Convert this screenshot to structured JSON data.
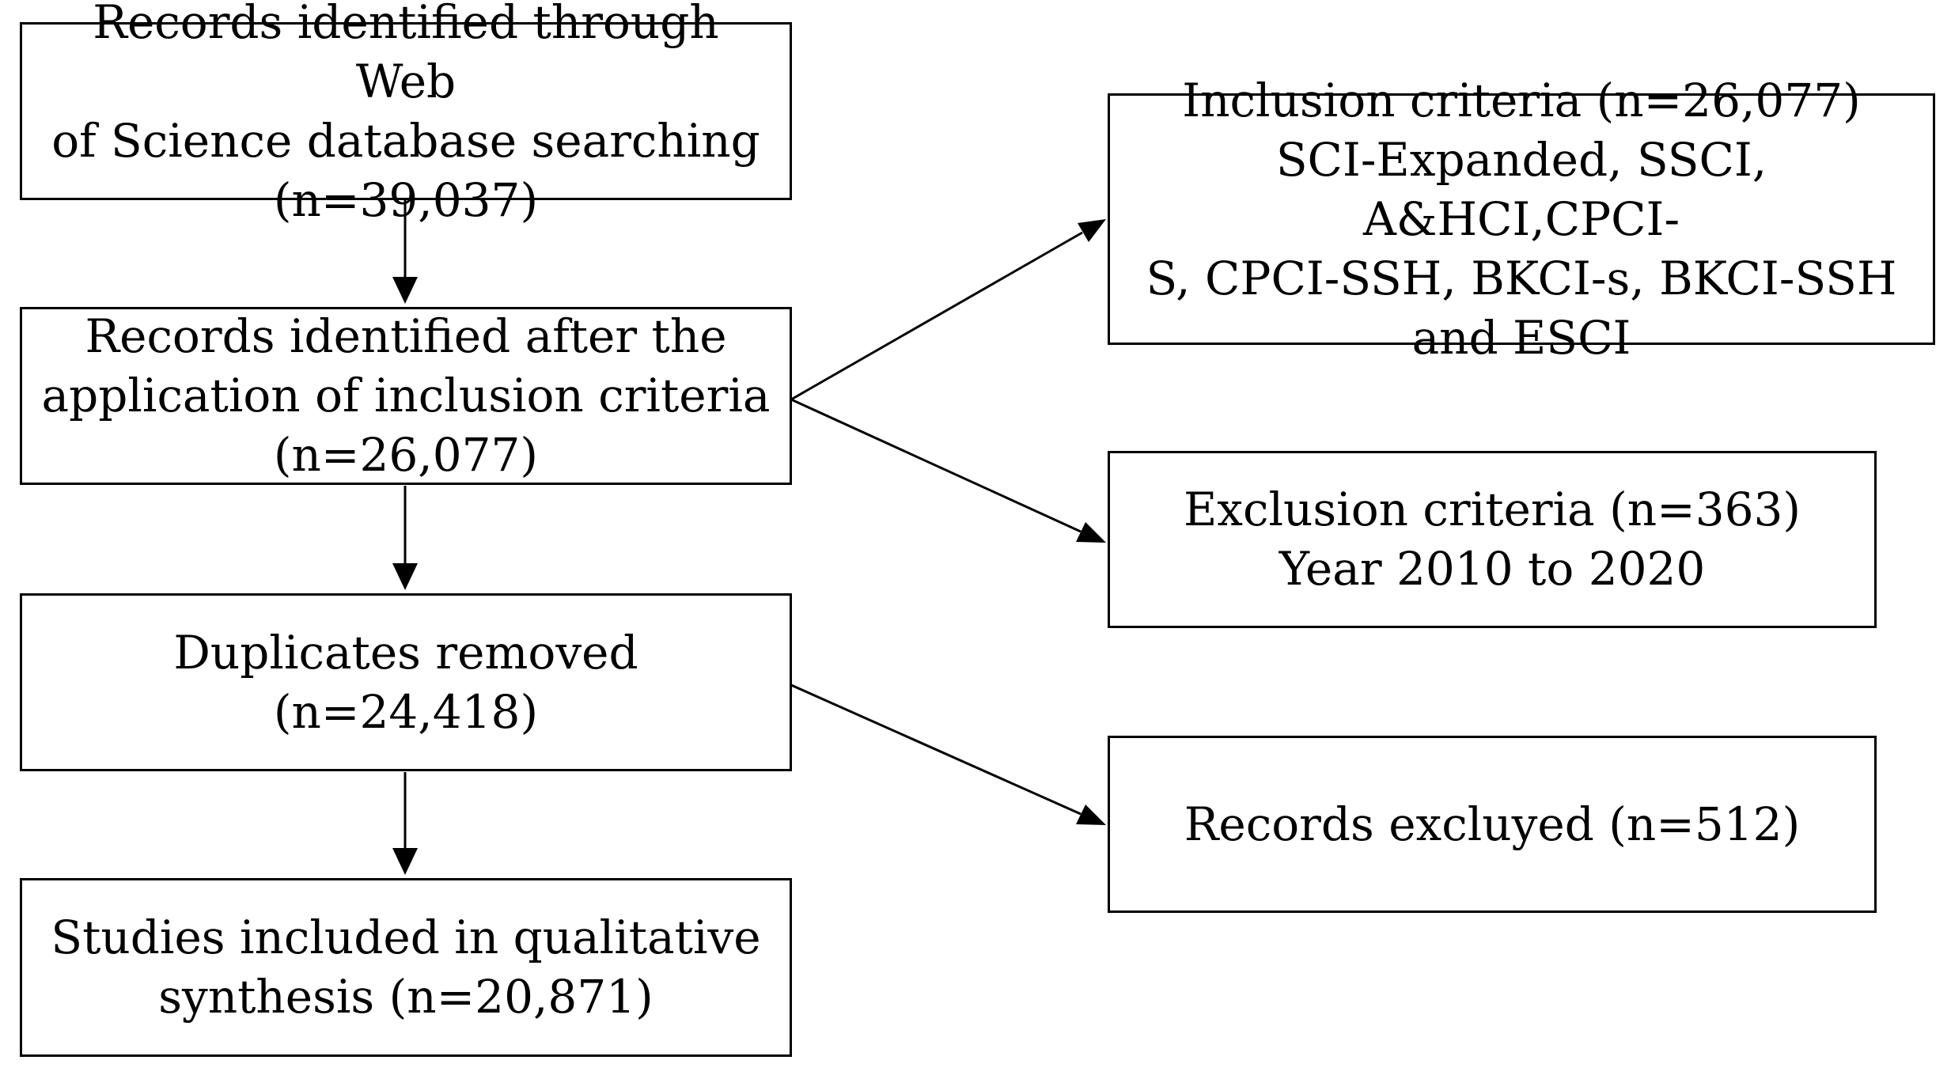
{
  "flow": {
    "records_identified": "Records identified through Web\nof Science database searching\n(n=39,037)",
    "after_inclusion": "Records identified after the\napplication of inclusion criteria\n(n=26,077)",
    "duplicates_removed": "Duplicates removed (n=24,418)",
    "studies_included": "Studies included in qualitative\nsynthesis (n=20,871)"
  },
  "criteria": {
    "inclusion": "Inclusion criteria (n=26,077)\nSCI-Expanded, SSCI, A&HCI,CPCI-\nS, CPCI-SSH, BKCI-s, BKCI-SSH\nand ESCI",
    "exclusion": "Exclusion criteria  (n=363)\nYear 2010 to 2020",
    "records_excluded": "Records excluyed (n=512)"
  },
  "colors": {
    "stroke": "#000000",
    "background": "#ffffff"
  }
}
